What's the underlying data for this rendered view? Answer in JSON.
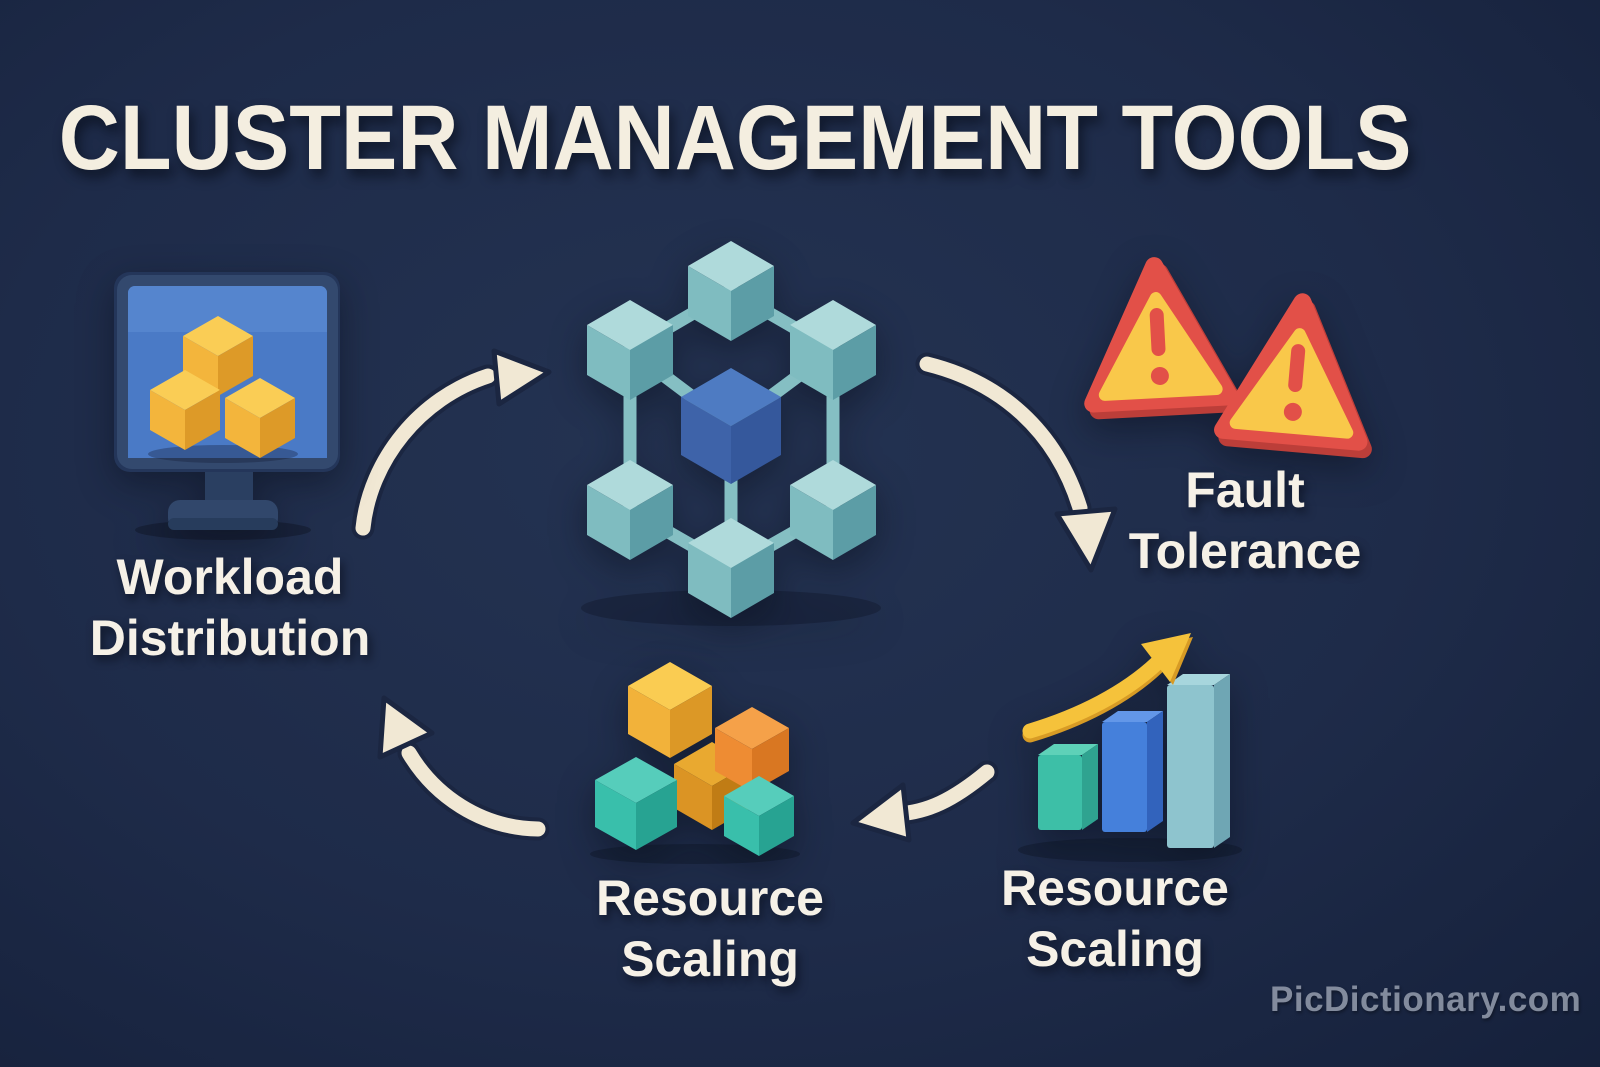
{
  "title": "CLUSTER MANAGEMENT TOOLS",
  "labels": {
    "workload": {
      "line1": "Workload",
      "line2": "Distribution"
    },
    "fault": {
      "line1": "Fault",
      "line2": "Tolerance"
    },
    "scaling_chart": {
      "line1": "Resource",
      "line2": "Scaling"
    },
    "scaling_cubes": {
      "line1": "Resource",
      "line2": "Scaling"
    }
  },
  "watermark": "PicDictionary.com",
  "icons": {
    "workload": "monitor-with-cubes-icon",
    "cluster": "network-cluster-cubes-icon",
    "fault": "warning-triangles-icon",
    "scaling_chart": "rising-bar-chart-icon",
    "scaling_cubes": "stacked-blocks-icon",
    "flow": "curved-flow-arrows"
  },
  "colors": {
    "background": "#1e2b49",
    "background_edge": "#15203a",
    "title_text": "#f4eee0",
    "label_text": "#f6f1e7",
    "arrow_cream": "#f1e8d4",
    "cube_yellow": "#f3b53c",
    "cube_orange": "#ee8c33",
    "cube_teal": "#39bfab",
    "cluster_teal": "#85bfc3",
    "cluster_blue": "#3e63a9",
    "monitor_frame": "#33496e",
    "screen_blue": "#4a7ac6",
    "warning_red": "#e25048",
    "warning_yellow": "#f9c84a",
    "bar_green": "#3dbfa7",
    "bar_blue": "#4580db",
    "bar_teal": "#8ec4ce",
    "growth_arrow_yellow": "#f5c23b",
    "watermark_text": "#9aa2b2"
  }
}
